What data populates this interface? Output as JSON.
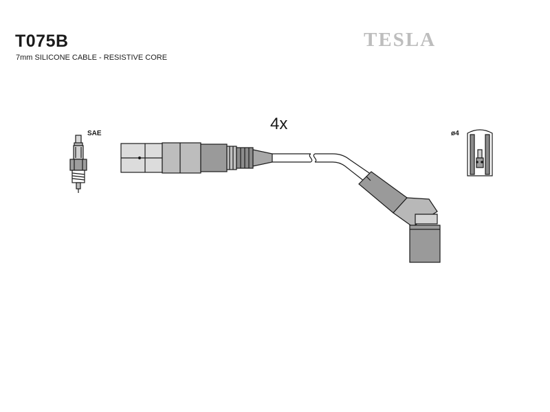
{
  "header": {
    "part_code": "T075B",
    "subtitle": "7mm SILICONE CABLE - RESISTIVE CORE",
    "brand": "TESLA"
  },
  "drawing": {
    "quantity_label": "4x",
    "spark_plug_label": "SAE",
    "terminal_label": "ø4"
  }
}
